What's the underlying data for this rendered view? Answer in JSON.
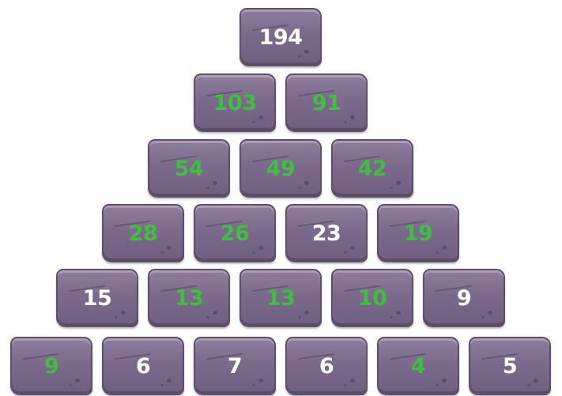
{
  "colors": {
    "given": "#ffffff",
    "answer": "#3fbf3f"
  },
  "pyramid": {
    "rows": [
      [
        {
          "value": "194",
          "state": "given"
        }
      ],
      [
        {
          "value": "103",
          "state": "answer"
        },
        {
          "value": "91",
          "state": "answer"
        }
      ],
      [
        {
          "value": "54",
          "state": "answer"
        },
        {
          "value": "49",
          "state": "answer"
        },
        {
          "value": "42",
          "state": "answer"
        }
      ],
      [
        {
          "value": "28",
          "state": "answer"
        },
        {
          "value": "26",
          "state": "answer"
        },
        {
          "value": "23",
          "state": "given"
        },
        {
          "value": "19",
          "state": "answer"
        }
      ],
      [
        {
          "value": "15",
          "state": "given"
        },
        {
          "value": "13",
          "state": "answer"
        },
        {
          "value": "13",
          "state": "answer"
        },
        {
          "value": "10",
          "state": "answer"
        },
        {
          "value": "9",
          "state": "given"
        }
      ],
      [
        {
          "value": "9",
          "state": "answer"
        },
        {
          "value": "6",
          "state": "given"
        },
        {
          "value": "7",
          "state": "given"
        },
        {
          "value": "6",
          "state": "given"
        },
        {
          "value": "4",
          "state": "answer"
        },
        {
          "value": "5",
          "state": "given"
        }
      ]
    ]
  }
}
